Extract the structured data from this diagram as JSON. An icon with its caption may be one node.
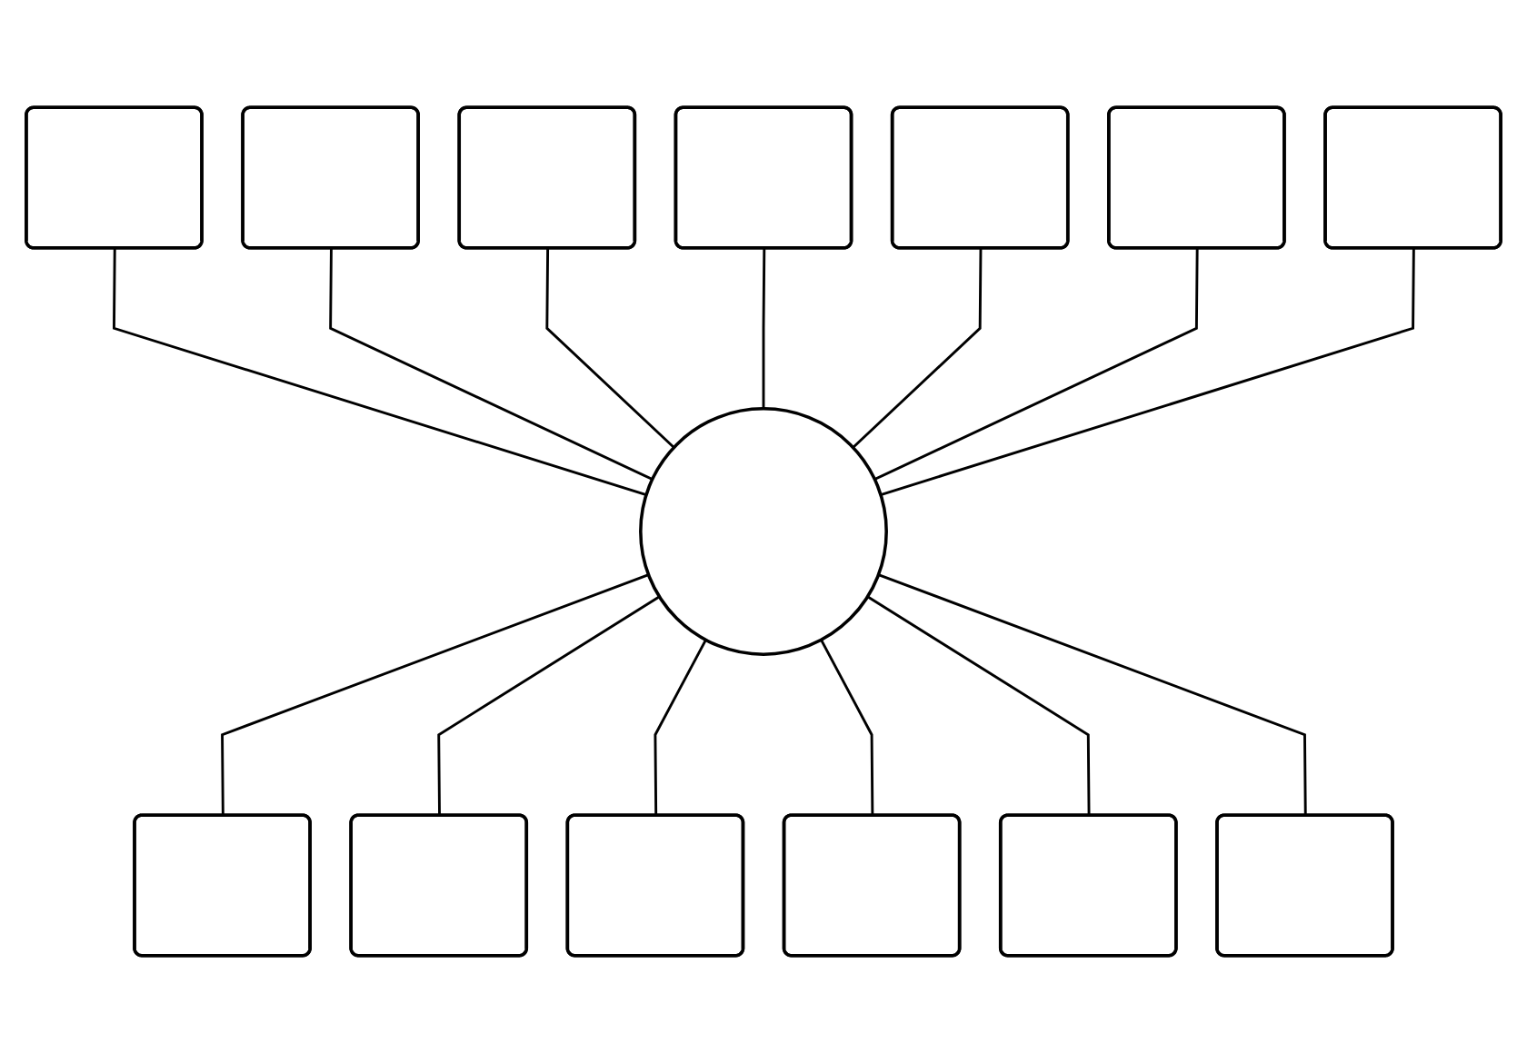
{
  "diagram": {
    "nodes": [
      {
        "text": [],
        "shape": "box"
      },
      {
        "text": [],
        "shape": "box"
      },
      {
        "text": [],
        "shape": "box"
      },
      {
        "text": [],
        "shape": "box"
      },
      {
        "text": [],
        "shape": "box"
      },
      {
        "text": [],
        "shape": "ellipse"
      },
      {
        "text": [],
        "shape": "box"
      },
      {
        "text": [],
        "shape": "box"
      },
      {
        "text": [],
        "shape": "box"
      },
      {
        "text": [],
        "shape": "box"
      },
      {
        "text": [],
        "shape": "box"
      },
      {
        "text": [],
        "shape": "box"
      },
      {
        "text": [],
        "shape": "box"
      },
      {
        "text": [],
        "shape": "box"
      }
    ],
    "edges": [
      {
        "from": 7,
        "to": 5,
        "arrow": "none"
      },
      {
        "from": 4,
        "to": 5,
        "arrow": "none"
      },
      {
        "from": 2,
        "to": 5,
        "arrow": "none"
      },
      {
        "from": 0,
        "to": 5,
        "arrow": "none"
      },
      {
        "from": 1,
        "to": 5,
        "arrow": "none"
      },
      {
        "from": 3,
        "to": 5,
        "arrow": "none"
      },
      {
        "from": 6,
        "to": 5,
        "arrow": "none"
      },
      {
        "from": 5,
        "to": 9,
        "arrow": "none"
      },
      {
        "from": 5,
        "to": 13,
        "arrow": "none"
      },
      {
        "from": 5,
        "to": 10,
        "arrow": "none"
      },
      {
        "from": 5,
        "to": 12,
        "arrow": "none"
      },
      {
        "from": 5,
        "to": 11,
        "arrow": "none"
      },
      {
        "from": 5,
        "to": 8,
        "arrow": "none"
      }
    ]
  }
}
